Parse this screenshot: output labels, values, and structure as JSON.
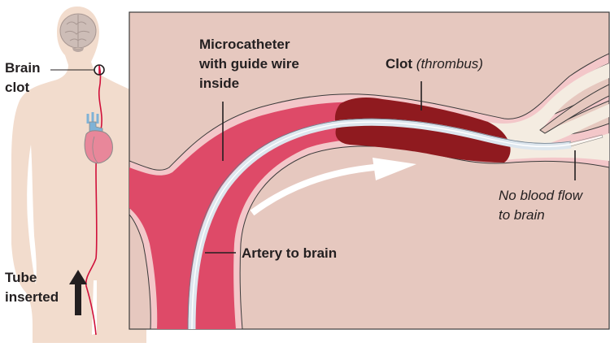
{
  "figure": {
    "type": "medical-illustration",
    "subject": "Mechanical thrombectomy catheter approach to a brain clot"
  },
  "body_panel": {
    "labels": {
      "brain_clot_line1": "Brain",
      "brain_clot_line2": "clot",
      "tube_inserted_line1": "Tube",
      "tube_inserted_line2": "inserted"
    },
    "icons": [
      "brain-icon",
      "heart-icon",
      "clot-marker-circle-icon",
      "up-arrow-icon"
    ]
  },
  "detail_panel": {
    "labels": {
      "microcatheter_line1": "Microcatheter",
      "microcatheter_line2": "with guide wire",
      "microcatheter_line3": "inside",
      "clot_bold": "Clot",
      "clot_italic": "(thrombus)",
      "artery": "Artery to brain",
      "no_flow_line1": "No blood flow",
      "no_flow_line2": "to brain"
    }
  },
  "colors": {
    "skin": "#f2dccd",
    "panel_bg": "#e6c8bf",
    "artery_blood": "#de4a68",
    "vessel_wall": "#f3c7c9",
    "clot": "#8f1a1f",
    "catheter": "#dde6ee",
    "empty_vessel": "#f4ece1",
    "tube_line": "#d0103a",
    "heart": "#e8879a",
    "vein_blue": "#7fb2d6",
    "brain": "#cdbdb7",
    "text": "#231f20",
    "flow_arrow": "#ffffff"
  }
}
